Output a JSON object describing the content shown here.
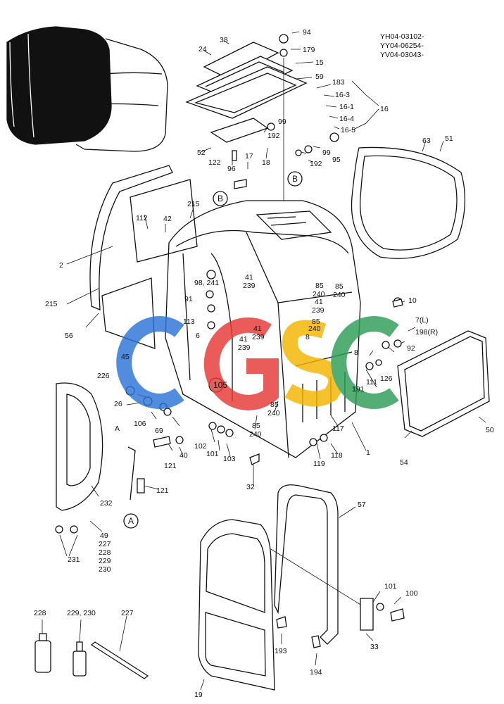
{
  "serials": [
    "YH04-03102-",
    "YY04-06254-",
    "YV04-03043-"
  ],
  "watermark": {
    "text": "CGSC",
    "colors": [
      "#2b73d9",
      "#e53935",
      "#f4b400",
      "#2e9d55"
    ]
  },
  "callouts": [
    "94",
    "179",
    "24",
    "38",
    "15",
    "59",
    "183",
    "16-3",
    "16-1",
    "16-4",
    "16-5",
    "16",
    "99",
    "192",
    "99",
    "192",
    "95",
    "52",
    "122",
    "96",
    "17",
    "18",
    "B",
    "B",
    "63",
    "51",
    "215",
    "112",
    "42",
    "2",
    "215",
    "56",
    "98, 241",
    "91",
    "113",
    "6",
    "41",
    "239",
    "85",
    "240",
    "41",
    "239",
    "85",
    "240",
    "41",
    "239",
    "85",
    "240",
    "8",
    "41",
    "239",
    "45",
    "10",
    "7(L)",
    "198(R)",
    "8",
    "92",
    "191",
    "111",
    "126",
    "50",
    "54",
    "226",
    "26",
    "106",
    "105",
    "A",
    "69",
    "121",
    "40",
    "102",
    "101",
    "103",
    "85",
    "240",
    "85",
    "240",
    "117",
    "1",
    "119",
    "118",
    "32",
    "121",
    "A",
    "232",
    "49",
    "227",
    "228",
    "229",
    "230",
    "231",
    "57",
    "101",
    "100",
    "33",
    "193",
    "194",
    "19",
    "228",
    "229, 230",
    "227"
  ]
}
